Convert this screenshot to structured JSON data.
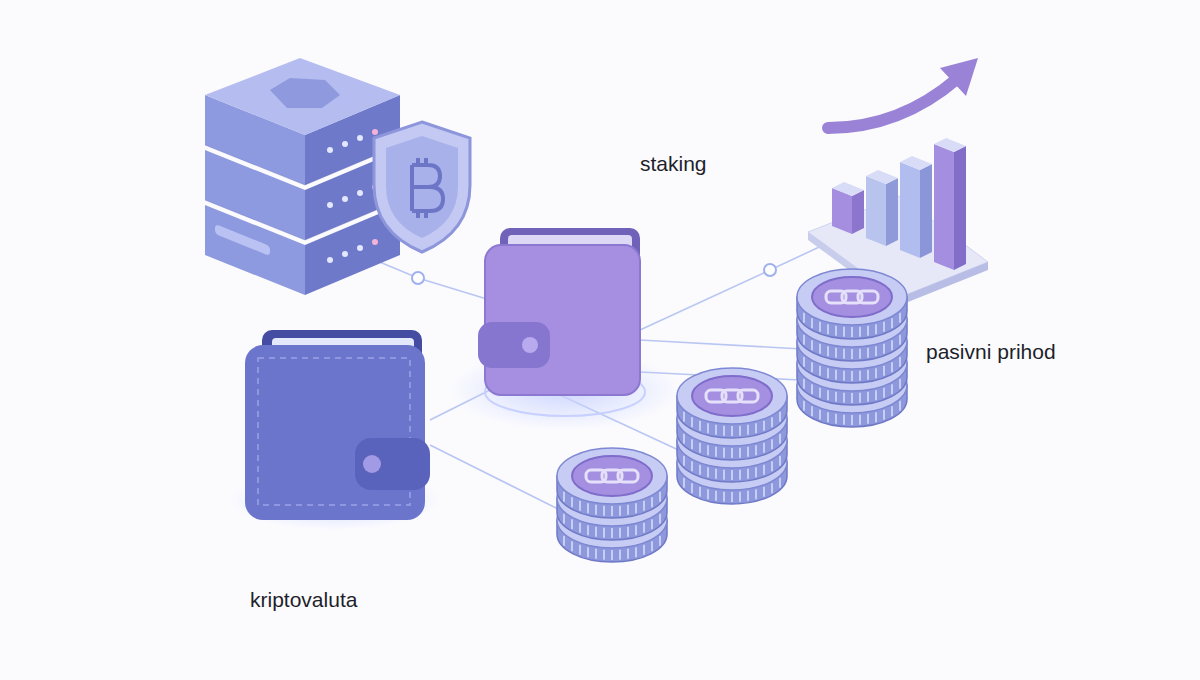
{
  "diagram": {
    "labels": [
      "staking",
      "pasivni prihod",
      "kriptovaluta"
    ]
  }
}
